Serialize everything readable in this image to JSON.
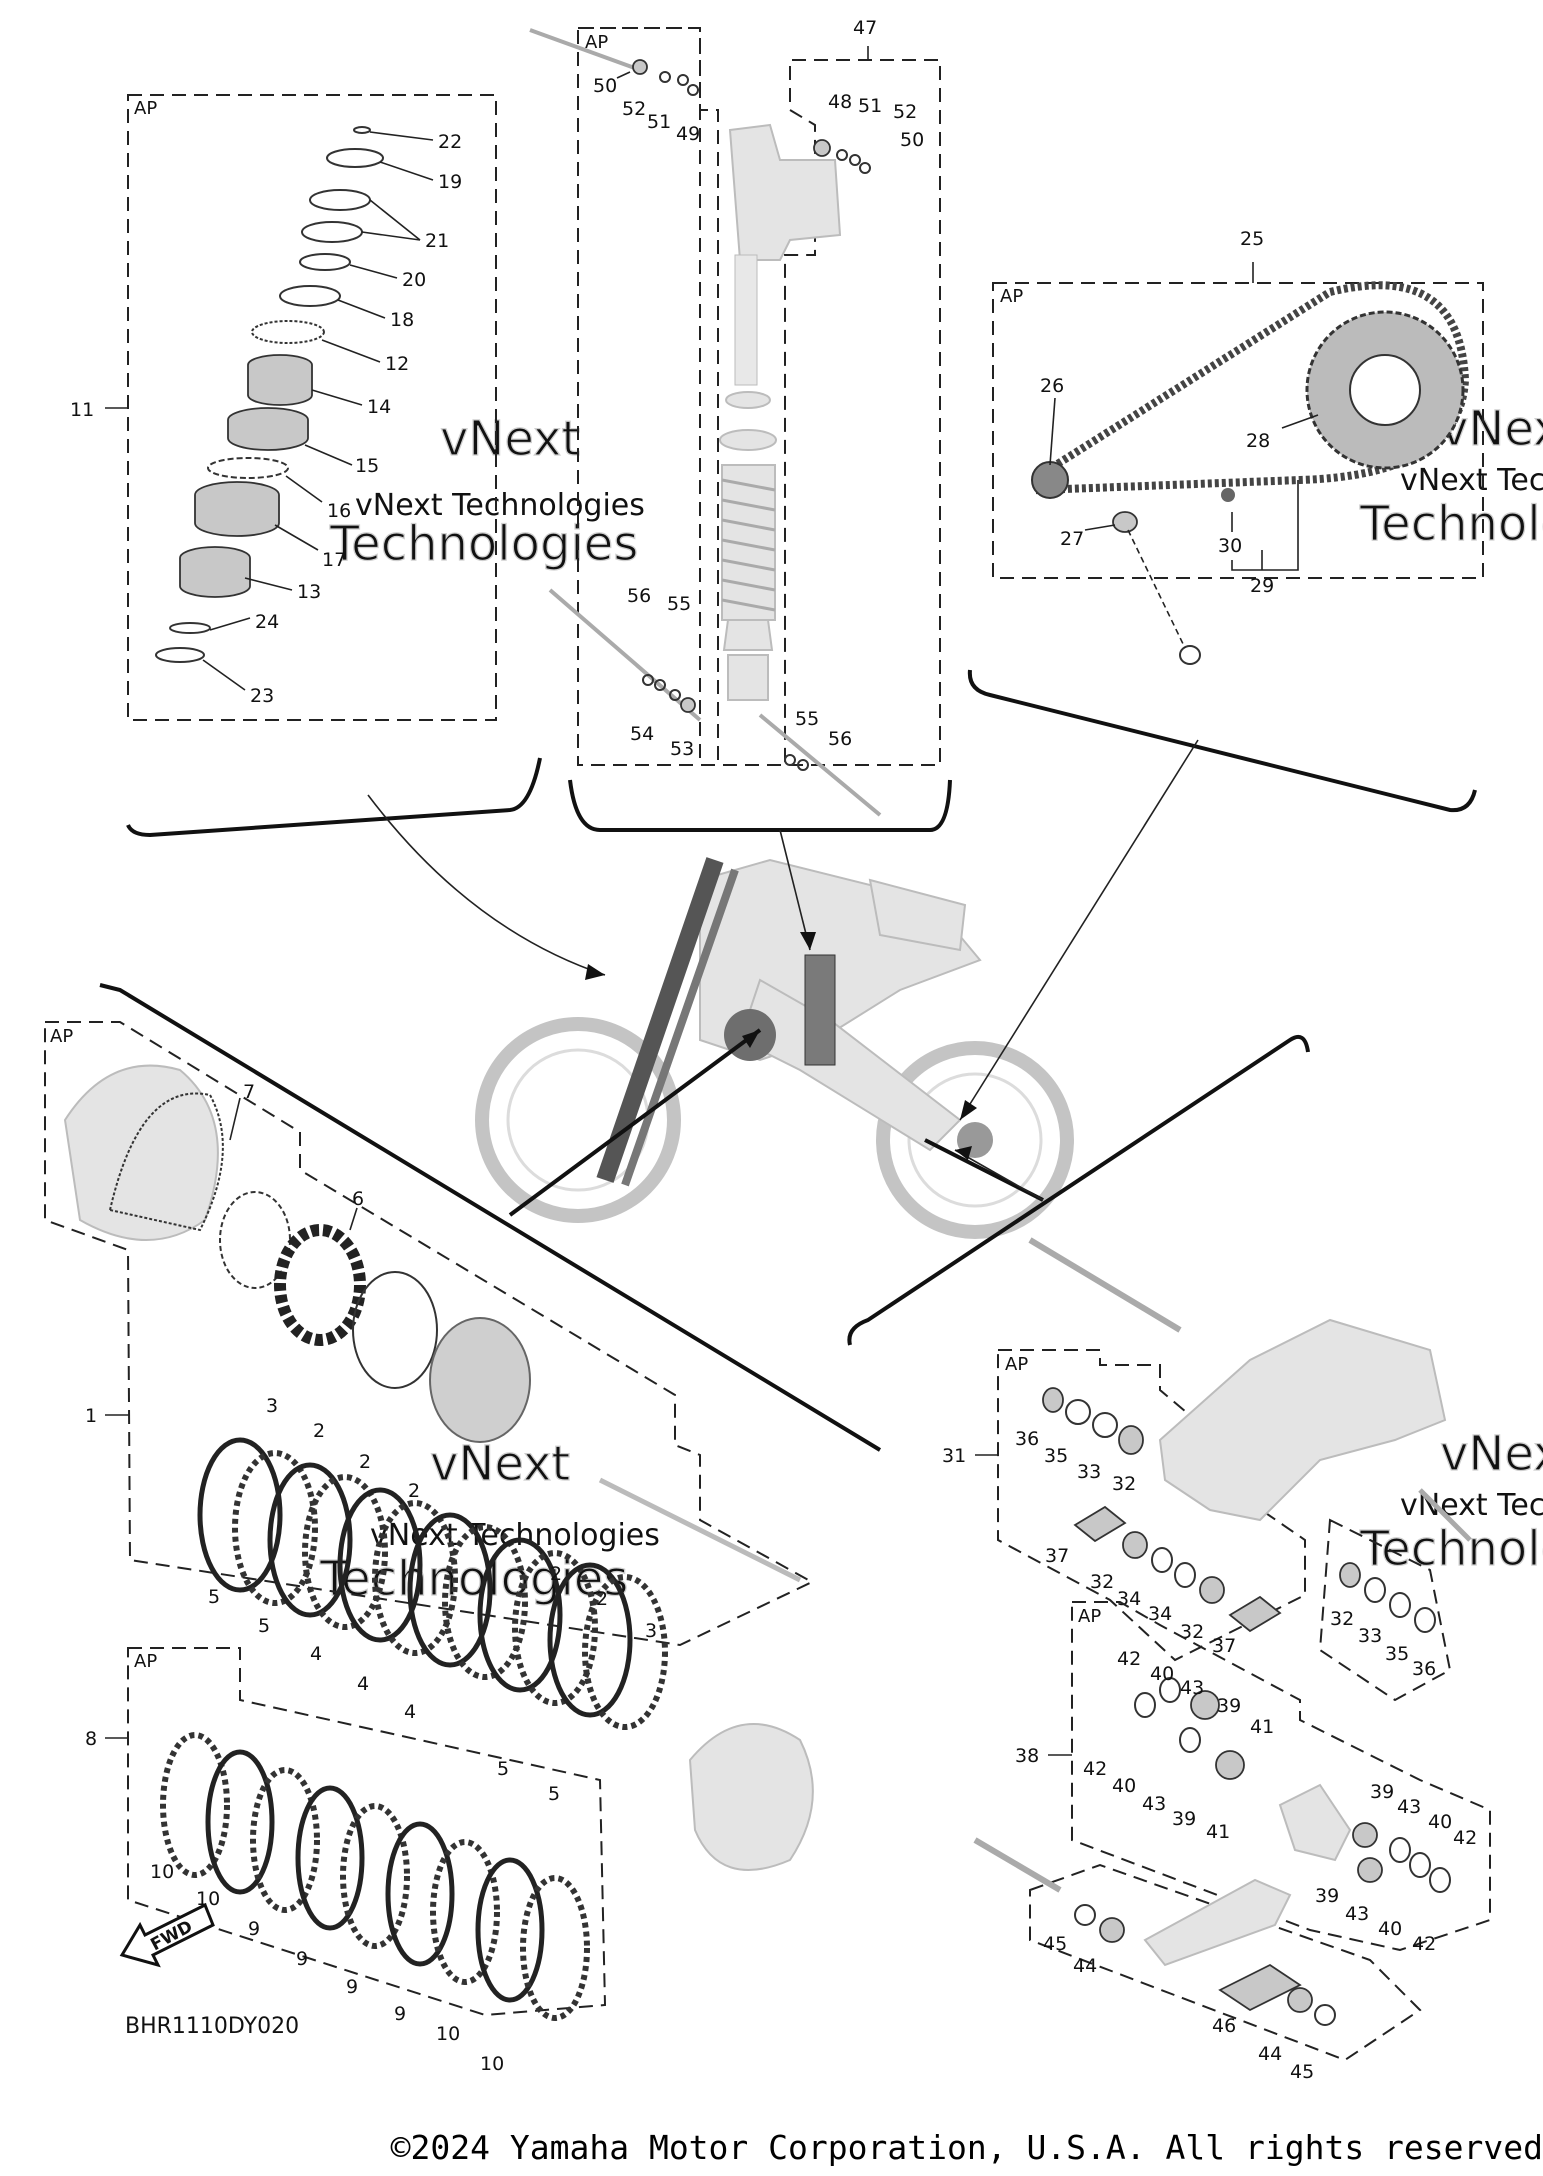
{
  "diagram_code": "BHR1110DY020",
  "copyright": "©2024 Yamaha Motor Corporation, U.S.A. All rights reserved",
  "watermark": {
    "line1": "vNext Technologies",
    "line2": "vNext",
    "line3": "Technologies"
  },
  "fwd_label": "FWD",
  "ap_label": "AP",
  "callouts": {
    "fork": [
      "22",
      "19",
      "21",
      "20",
      "18",
      "12",
      "11",
      "14",
      "15",
      "16",
      "17",
      "13",
      "24",
      "23"
    ],
    "shock": [
      "47",
      "50",
      "52",
      "51",
      "49",
      "48",
      "51",
      "52",
      "50",
      "56",
      "55",
      "54",
      "53",
      "55",
      "56"
    ],
    "chain": [
      "25",
      "26",
      "28",
      "30",
      "27",
      "29"
    ],
    "clutch": [
      "7",
      "6",
      "1",
      "3",
      "2",
      "2",
      "2",
      "2",
      "2",
      "3",
      "5",
      "5",
      "4",
      "4",
      "4",
      "5",
      "5",
      "8",
      "10",
      "10",
      "9",
      "9",
      "9",
      "9",
      "10",
      "10"
    ],
    "swingarm": [
      "31",
      "36",
      "35",
      "33",
      "32",
      "37",
      "32",
      "34",
      "34",
      "32",
      "37",
      "32",
      "33",
      "35",
      "36"
    ],
    "linkage": [
      "38",
      "42",
      "40",
      "43",
      "39",
      "41",
      "42",
      "40",
      "43",
      "39",
      "41",
      "39",
      "43",
      "40",
      "42",
      "39",
      "43",
      "40",
      "42",
      "45",
      "44",
      "46",
      "44",
      "45"
    ]
  }
}
